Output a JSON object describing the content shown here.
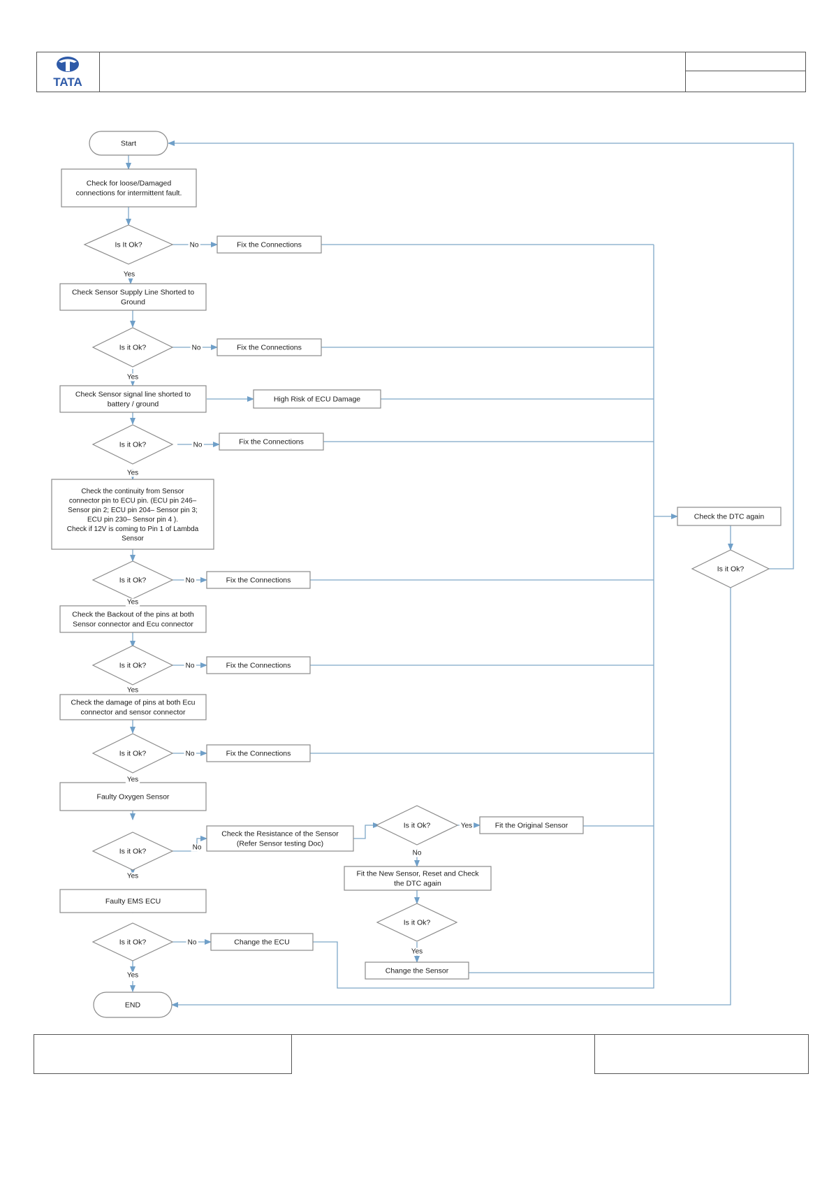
{
  "header": {
    "brand": "TATA"
  },
  "flowchart": {
    "start": "Start",
    "end": "END",
    "check_loose": [
      "Check for loose/Damaged",
      "connections for intermittent fault."
    ],
    "check_supply": [
      "Check Sensor Supply Line Shorted to",
      "Ground"
    ],
    "check_signal": [
      "Check Sensor signal line shorted to",
      "battery / ground"
    ],
    "high_risk": "High Risk of ECU Damage",
    "check_continuity": [
      "Check the continuity from Sensor",
      "connector pin to ECU pin. (ECU pin 246–",
      "Sensor pin 2; ECU pin 204– Sensor pin 3;",
      "ECU pin 230– Sensor pin 4 ).",
      "Check if 12V is coming to Pin 1 of Lambda",
      "Sensor"
    ],
    "check_backout": [
      "Check the Backout of the pins at both",
      "Sensor connector and Ecu connector"
    ],
    "check_damage": [
      "Check the damage of pins at both Ecu",
      "connector and sensor connector"
    ],
    "faulty_oxygen": "Faulty Oxygen Sensor",
    "faulty_ecu": "Faulty EMS ECU",
    "check_resistance": [
      "Check the Resistance of the Sensor",
      "(Refer Sensor testing Doc)"
    ],
    "fit_original": "Fit the Original Sensor",
    "fit_new": [
      "Fit the New Sensor, Reset and Check",
      "the DTC again"
    ],
    "change_sensor": "Change the Sensor",
    "change_ecu": "Change the ECU",
    "check_dtc": "Check the DTC again",
    "decision_first": "Is It Ok?",
    "decision": "Is it Ok?",
    "fix_connections": "Fix the Connections",
    "yes": "Yes",
    "no": "No",
    "colors": {
      "line": "#7ea7c8",
      "arrow": "#6f9fc8",
      "box_border": "#8a8a8a",
      "text": "#1a1a1a"
    }
  }
}
